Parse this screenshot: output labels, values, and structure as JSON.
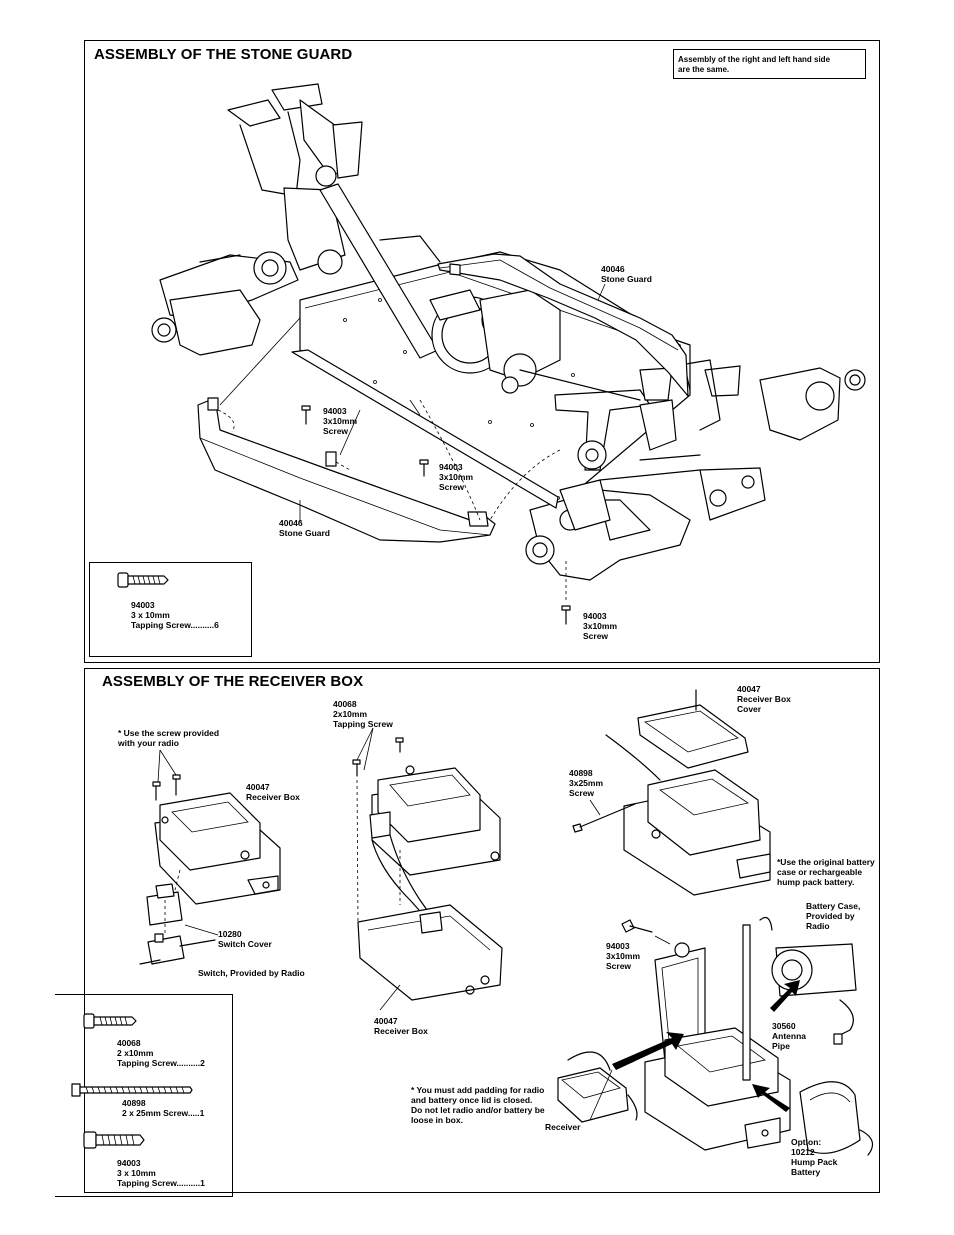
{
  "stone_guard": {
    "title": "ASSEMBLY OF THE STONE GUARD",
    "note": "Assembly of the right and left hand side\nare the same.",
    "labels": {
      "guard_top": "40046\nStone Guard",
      "guard_bottom": "40046\nStone Guard",
      "screw_a": "94003\n3x10mm\nScrew",
      "screw_b": "94003\n3x10mm\nScrew",
      "screw_c": "94003\n3x10mm\nScrew"
    },
    "parts_box": {
      "label": "94003\n3 x 10mm\nTapping Screw..........6"
    }
  },
  "receiver_box": {
    "title": "ASSEMBLY OF THE RECEIVER BOX",
    "labels": {
      "use_screw": "* Use the screw provided\n   with your radio",
      "receiver_box_1": "40047\nReceiver Box",
      "switch_cover": "10280\nSwitch Cover",
      "switch_radio": "Switch, Provided by Radio",
      "tapping_screw": "40068\n2x10mm\nTapping Screw",
      "receiver_box_2": "40047\nReceiver Box",
      "box_cover": "40047\nReceiver Box\nCover",
      "screw_25": "40898\n3x25mm\nScrew",
      "use_battery": "*Use the original battery\n   case or rechargeable\n   hump pack battery.",
      "battery_case": "Battery Case,\nProvided by\nRadio",
      "screw_94003": "94003\n3x10mm\nScrew",
      "antenna": "30560\nAntenna\nPipe",
      "padding": "* You must add padding for radio\nand battery once lid is closed.\nDo not let radio and/or battery be\nloose in box.",
      "receiver": "Receiver",
      "option": "Option:\n10212\nHump Pack\nBattery"
    },
    "parts_box": {
      "item1": "40068\n2 x10mm\nTapping Screw..........2",
      "item2": "40898\n2 x 25mm Screw.....1",
      "item3": "94003\n3 x 10mm\nTapping Screw..........1"
    }
  }
}
